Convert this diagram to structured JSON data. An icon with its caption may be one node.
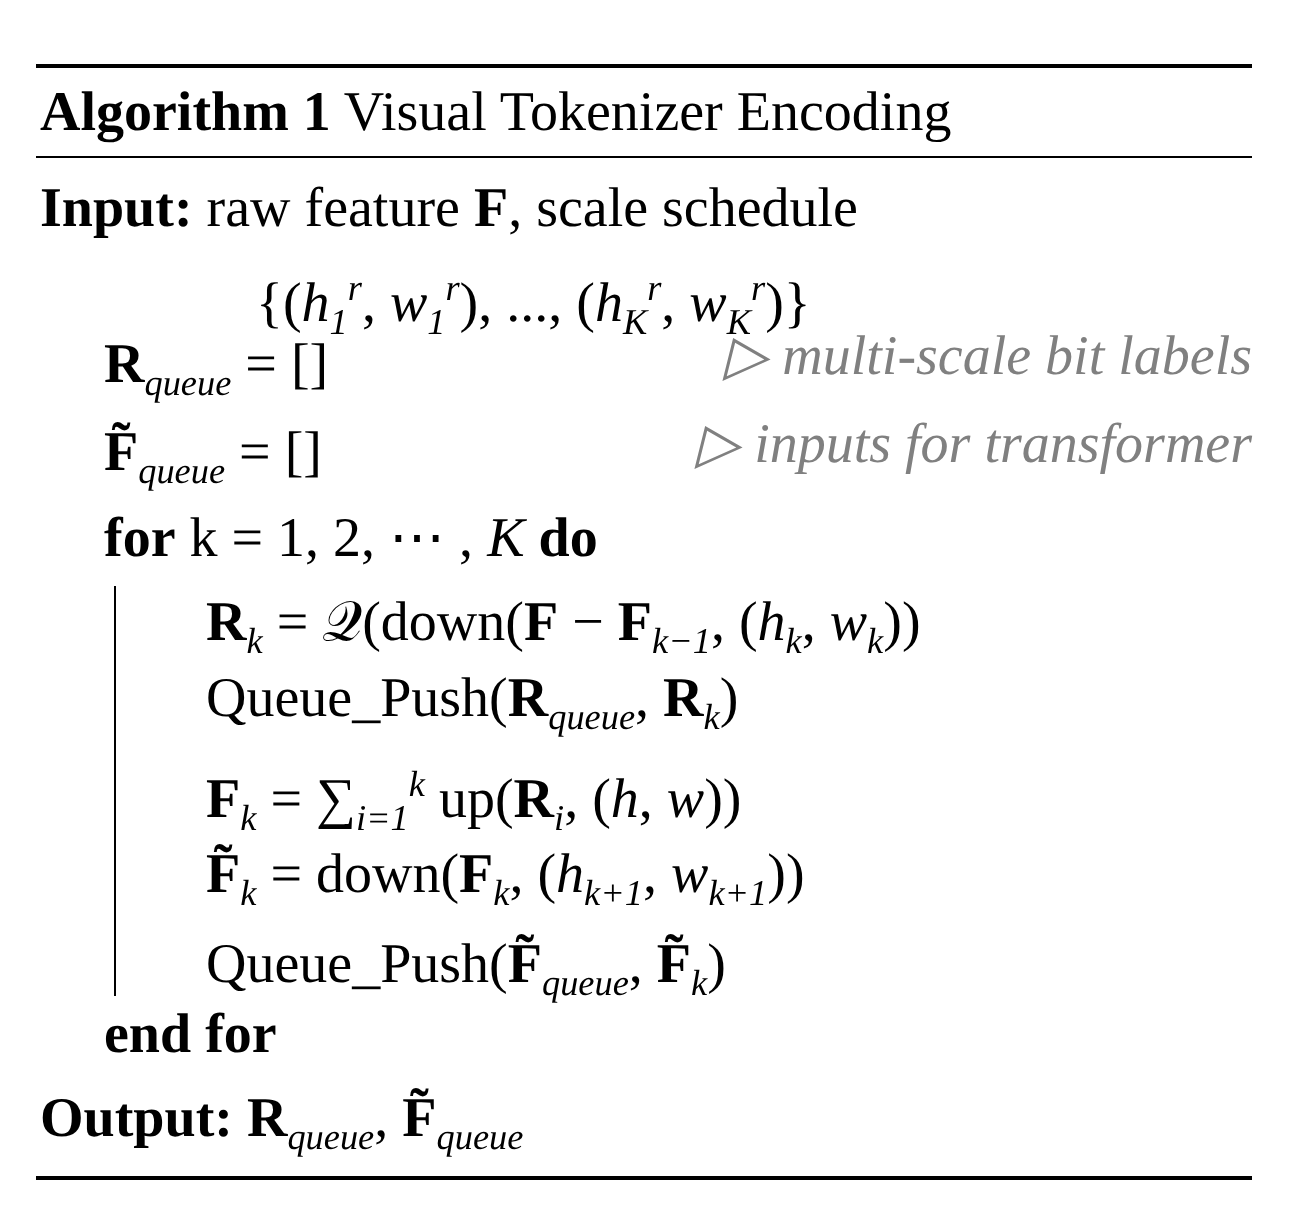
{
  "diagram": {
    "title": "**Algorithm 1** Visual Tokenizer Encoding",
    "labels": [
      "**Input:** raw feature **F**, scale schedule",
      "{(*h*$_{1}$$^{r}$, *w*$_{1}$$^{r}$), ..., (*h*$_{K}$$^{r}$, *w*$_{K}$$^{r}$)}",
      "**R**$_{queue}$ = []",
      "▷ multi-scale bit labels",
      "**F̃**$_{queue}$ = []",
      "▷ inputs for transformer",
      "**for** *k* = 1, 2, ⋯ , *K* **do**",
      "**R**$_{k}$ = 𝒬(down(**F** − **F**$_{k−1}$, (*h*$_{k}$, *w*$_{k}$))",
      "Queue_Push(**R**$_{queue}$, **R**$_{k}$)",
      "**F**$_{k}$ = ∑$_{i=1}$$^{k}$ up(**R**$_{i}$, (*h*, *w*))",
      "**F̃**$_{k}$ = down(**F**$_{k}$, (*h*$_{k+1}$, *w*$_{k+1}$))",
      "Queue_Push(**F̃**$_{queue}$, **F̃**$_{k}$)",
      "**end for**",
      "**Output:** **R**$_{queue}$, **F̃**$_{queue}$"
    ]
  }
}
